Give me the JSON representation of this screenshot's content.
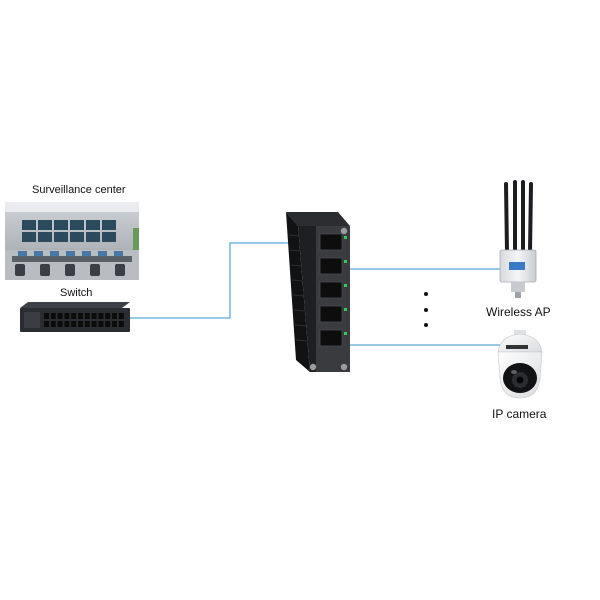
{
  "diagram": {
    "nodes": {
      "surveillance_center": {
        "label": "Surveillance center"
      },
      "switch": {
        "label": "Switch"
      },
      "industrial_switch": {
        "label": ""
      },
      "wireless_ap": {
        "label": "Wireless AP"
      },
      "ip_camera": {
        "label": "IP camera"
      }
    },
    "edges": [
      {
        "from": "switch",
        "to": "industrial_switch"
      },
      {
        "from": "industrial_switch",
        "to": "wireless_ap"
      },
      {
        "from": "industrial_switch",
        "to": "ip_camera"
      }
    ],
    "ellipsis": "⋮",
    "colors": {
      "link": "#5aa9dc",
      "device_body": "#1e1f22",
      "device_edge": "#3a3b3f",
      "port": "#0d0d0d",
      "led": "#33cc55",
      "camera_body": "#f3f4f6",
      "ap_body": "#e8eaee",
      "ap_badge": "#3a79c4"
    }
  }
}
